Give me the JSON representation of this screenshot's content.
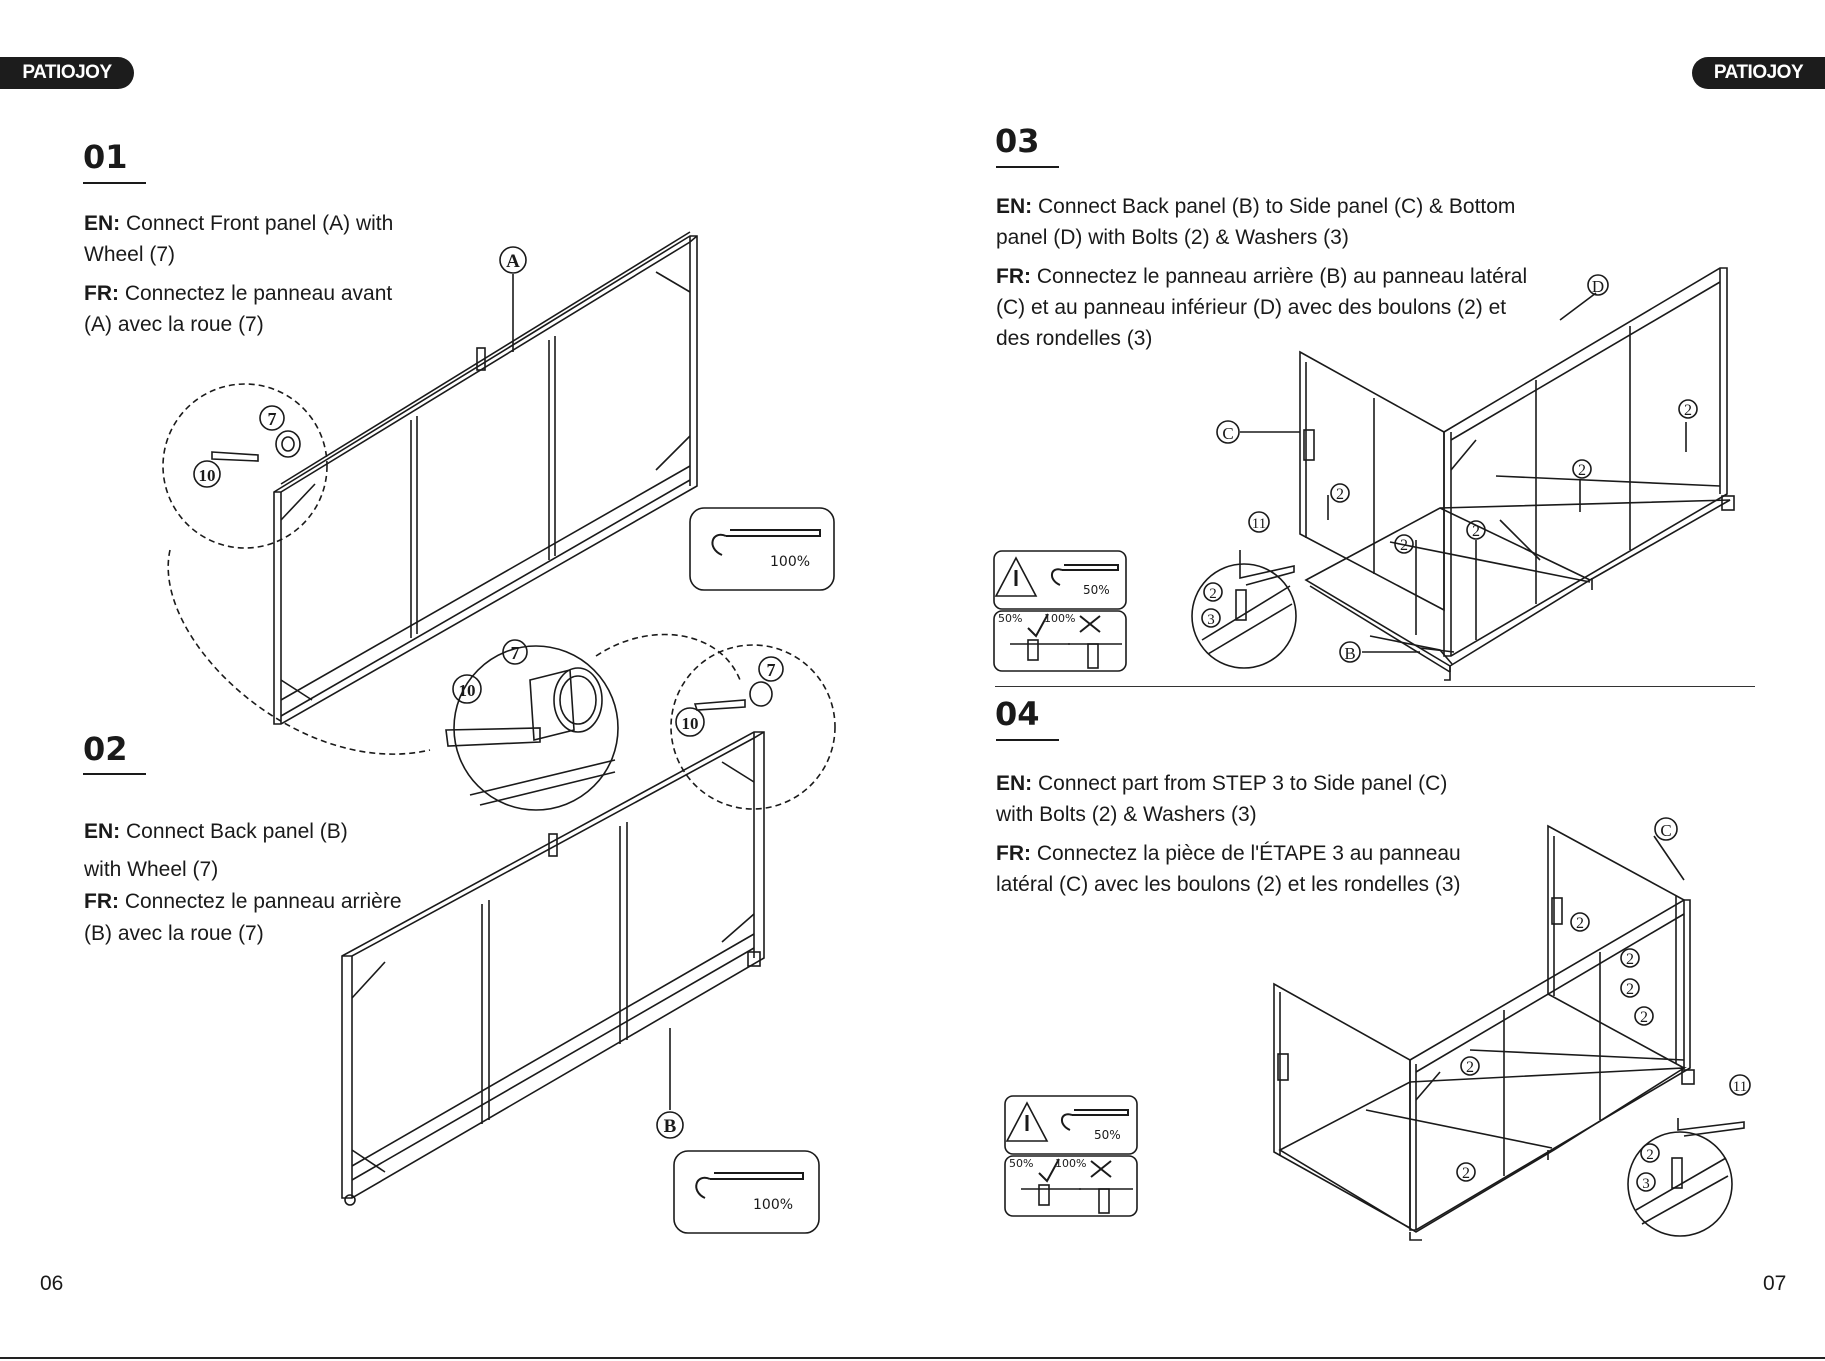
{
  "brand": "PATIOJOY",
  "left_page": {
    "page_number": "06",
    "step1": {
      "number": "01",
      "en_label": "EN:",
      "en_text": " Connect Front panel (A) with",
      "en_text2": "Wheel (7)",
      "fr_label": "FR:",
      "fr_text": " Connectez le panneau avant",
      "fr_text2": "(A) avec la roue (7)",
      "callouts": {
        "panel": "A",
        "wheel": "7",
        "wrench": "10"
      },
      "torque": "100%"
    },
    "step2": {
      "number": "02",
      "en_label": "EN:",
      "en_text": " Connect Back panel (B)",
      "en_text2": "with Wheel (7)",
      "fr_label": "FR:",
      "fr_text": " Connectez le panneau arrière",
      "fr_text2": "(B) avec la roue (7)",
      "callouts": {
        "panel": "B",
        "wheel": "7",
        "wrench": "10"
      },
      "torque": "100%"
    }
  },
  "right_page": {
    "page_number": "07",
    "step3": {
      "number": "03",
      "en_label": "EN:",
      "en_text": " Connect Back panel (B) to Side panel (C) & Bottom",
      "en_text2": "panel (D) with Bolts (2) & Washers (3)",
      "fr_label": "FR:",
      "fr_text": " Connectez le panneau arrière (B) au panneau latéral",
      "fr_text2": "(C) et au panneau inférieur (D) avec des boulons (2) et",
      "fr_text3": "des rondelles (3)",
      "callouts": {
        "side": "C",
        "bottom": "D",
        "back": "B",
        "bolt": "2",
        "washer": "3",
        "key": "11"
      },
      "warning": {
        "torque": "50%",
        "ok": "50%",
        "bad": "100%"
      }
    },
    "step4": {
      "number": "04",
      "en_label": "EN:",
      "en_text": " Connect part from STEP 3 to Side panel (C)",
      "en_text2": "with Bolts (2) & Washers (3)",
      "fr_label": "FR:",
      "fr_text": " Connectez la pièce de l'ÉTAPE 3 au panneau",
      "fr_text2": "latéral (C) avec les boulons (2) et les rondelles (3)",
      "callouts": {
        "side": "C",
        "bolt": "2",
        "washer": "3",
        "key": "11"
      },
      "warning": {
        "torque": "50%",
        "ok": "50%",
        "bad": "100%"
      }
    }
  }
}
